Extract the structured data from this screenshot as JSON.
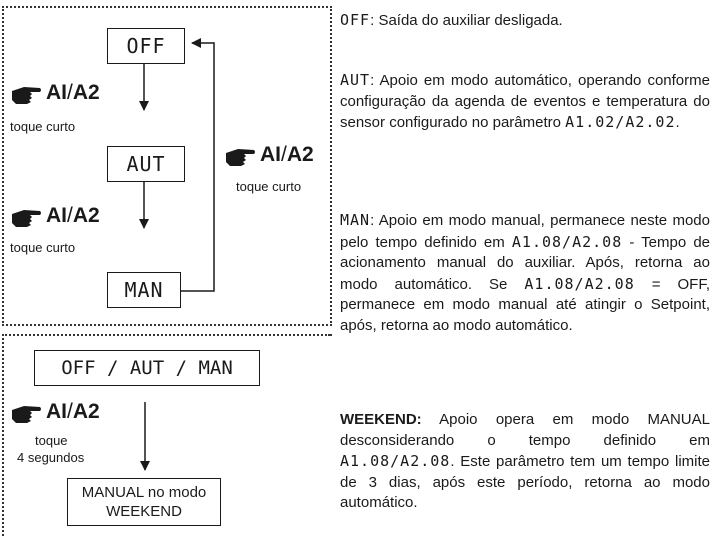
{
  "diagram1": {
    "states": [
      "OFF",
      "AUT",
      "MAN"
    ],
    "key_label": "AI/A2",
    "key_a": "AI",
    "key_sep": "/",
    "key_b": "A2",
    "short_press": "toque curto"
  },
  "diagram2": {
    "state": "OFF / AUT / MAN",
    "key_a": "AI",
    "key_sep": "/",
    "key_b": "A2",
    "press_line1": "toque",
    "press_line2": "4 segundos",
    "result_line1": "MANUAL no modo",
    "result_line2": "WEEKEND"
  },
  "descriptions": {
    "off": {
      "code": "OFF",
      "sep": ": ",
      "text": "Saída do auxiliar desligada."
    },
    "aut": {
      "code": "AUT",
      "sep": ": ",
      "text": "Apoio em modo automático, operando conforme configuração da agenda de eventos e temperatura do sensor configurado no parâmetro ",
      "param": "A1.02/A2.02",
      "end": "."
    },
    "man": {
      "code": "MAN",
      "sep": ": ",
      "t1": "Apoio em modo manual, permanece neste modo pelo tempo definido em ",
      "p1": "A1.08/A2.08",
      "t2": " - Tempo de acionamento manual do auxiliar.  Após, retorna ao modo automático. Se ",
      "p2": "A1.08/A2.08",
      "t3": " = OFF, permanece em modo manual até atingir o Setpoint, após, retorna ao modo automático."
    },
    "weekend": {
      "label": "WEEKEND:",
      "t1": " Apoio opera em modo MANUAL desconsiderando o tempo definido em ",
      "p1": "A1.08/A2.08",
      "t2": ". Este parâmetro tem um tempo limite de 3 dias, após este período, retorna ao modo automático."
    }
  }
}
